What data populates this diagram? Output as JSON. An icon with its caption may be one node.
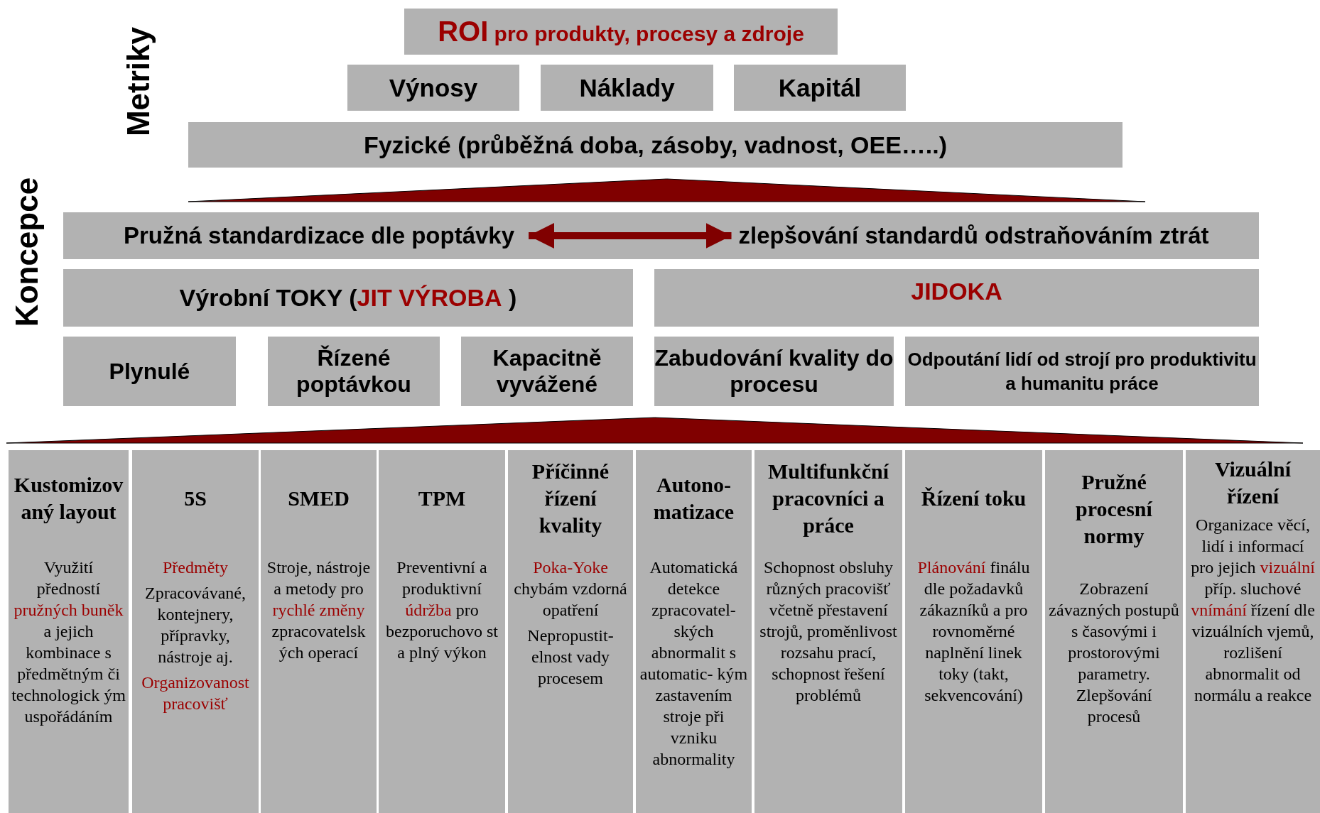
{
  "diagram": {
    "nodes": [
      {
        "text": [
          "**ROI** pro produkty, procesy a zdroje"
        ]
      },
      {
        "text": [
          "Výnosy"
        ]
      },
      {
        "text": [
          "Náklady"
        ]
      },
      {
        "text": [
          "Kapitál"
        ]
      },
      {
        "text": [
          "Fyzické (průběžná doba, zásoby, vadnost, OEE…..)"
        ]
      },
      {
        "text": [],
        "shape": "bar"
      },
      {
        "text": [
          "Pružná standardizace dle poptávky"
        ],
        "in": 5
      },
      {
        "text": [
          "zlepšování standardů odstraňováním ztrát"
        ],
        "in": 5
      },
      {
        "text": [
          "Výrobní TOKY (**JIT VÝROBA** )"
        ]
      },
      {
        "text": [
          "JIDOKA"
        ]
      },
      {
        "text": [
          "Plynulé"
        ]
      },
      {
        "text": [
          "Řízené poptávkou"
        ]
      },
      {
        "text": [
          "Kapacitně vyvážené"
        ]
      },
      {
        "text": [
          "Zabudování kvality do procesu"
        ]
      },
      {
        "text": [
          "Odpoutání lidí od strojí pro produktivitu a humanitu práce"
        ]
      },
      {
        "text": [
          "Kustomizov aný layout",
          "Využití předností **pružných buněk** a jejich kombinace s předmětným či technologick ým uspořádáním"
        ]
      },
      {
        "text": [
          "5S",
          "**Předměty**",
          "Zpracovávané, kontejnery, přípravky, nástroje aj.",
          "**Organizovanost pracovišť**"
        ]
      },
      {
        "text": [
          "SMED",
          "Stroje, nástroje a metody pro **rychlé změny** zpracovatelsk ých operací"
        ]
      },
      {
        "text": [
          "TPM",
          "Preventivní a produktivní **údržba** pro bezporuchovo st a plný výkon"
        ]
      },
      {
        "text": [
          "Příčinné řízení kvality",
          "**Poka-Yoke** chybám vzdorná opatření",
          "Nepropustit- elnost vady procesem"
        ]
      },
      {
        "text": [
          "Autono- matizace",
          "Automatická detekce zpracovatel- ských abnormalit s automatic- kým zastavením stroje při vzniku abnormality"
        ]
      },
      {
        "text": [
          "Multifunkční pracovníci a práce",
          "Schopnost obsluhy různých pracovišť včetně přestavení strojů, proměnlivost rozsahu prací, schopnost řešení problémů"
        ]
      },
      {
        "text": [
          "Řízení toku",
          "**Plánování** finálu dle požadavků zákazníků a pro rovnoměrné naplnění linek toky (takt, sekvencování)"
        ]
      },
      {
        "text": [
          "Pružné procesní normy",
          "Zobrazení závazných postupů s časovými i prostorovými parametry. Zlepšování procesů"
        ]
      },
      {
        "text": [],
        "shape": "triangle"
      },
      {
        "text": [],
        "shape": "triangle"
      },
      {
        "text": [
          "Vizuální řízení",
          "Organizace věcí, lidí i informací pro jejich **vizuální** příp. sluchové **vnímání** řízení dle vizuálních vjemů, rozlišení abnormalit od normálu a reakce"
        ]
      }
    ],
    "edges": [
      {
        "from": 6,
        "to": 7,
        "arrow": "both"
      }
    ],
    "labels": [
      "Metriky",
      "Koncepce"
    ]
  }
}
